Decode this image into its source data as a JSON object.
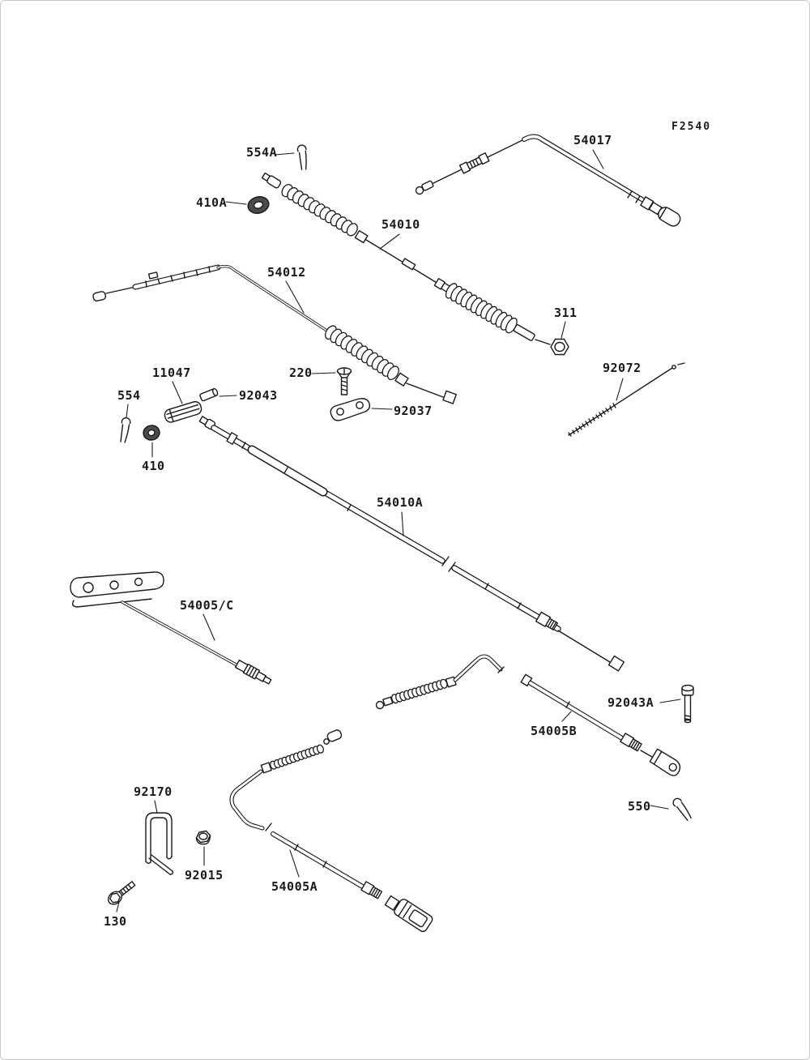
{
  "diagram": {
    "figure_code": "F2540",
    "type": "parts-diagram-cables",
    "background": "#ffffff",
    "line_color": "#1a1a1a",
    "parts": {
      "554A": {
        "label": "554A"
      },
      "410A": {
        "label": "410A"
      },
      "54010": {
        "label": "54010"
      },
      "54017": {
        "label": "54017"
      },
      "54012": {
        "label": "54012"
      },
      "311": {
        "label": "311"
      },
      "92072": {
        "label": "92072"
      },
      "11047": {
        "label": "11047"
      },
      "554": {
        "label": "554"
      },
      "92043": {
        "label": "92043"
      },
      "220": {
        "label": "220"
      },
      "92037": {
        "label": "92037"
      },
      "410": {
        "label": "410"
      },
      "54010A": {
        "label": "54010A"
      },
      "54005_C": {
        "label": "54005/C"
      },
      "92043A": {
        "label": "92043A"
      },
      "54005B": {
        "label": "54005B"
      },
      "550": {
        "label": "550"
      },
      "92170": {
        "label": "92170"
      },
      "92015": {
        "label": "92015"
      },
      "130": {
        "label": "130"
      },
      "54005A": {
        "label": "54005A"
      }
    }
  }
}
